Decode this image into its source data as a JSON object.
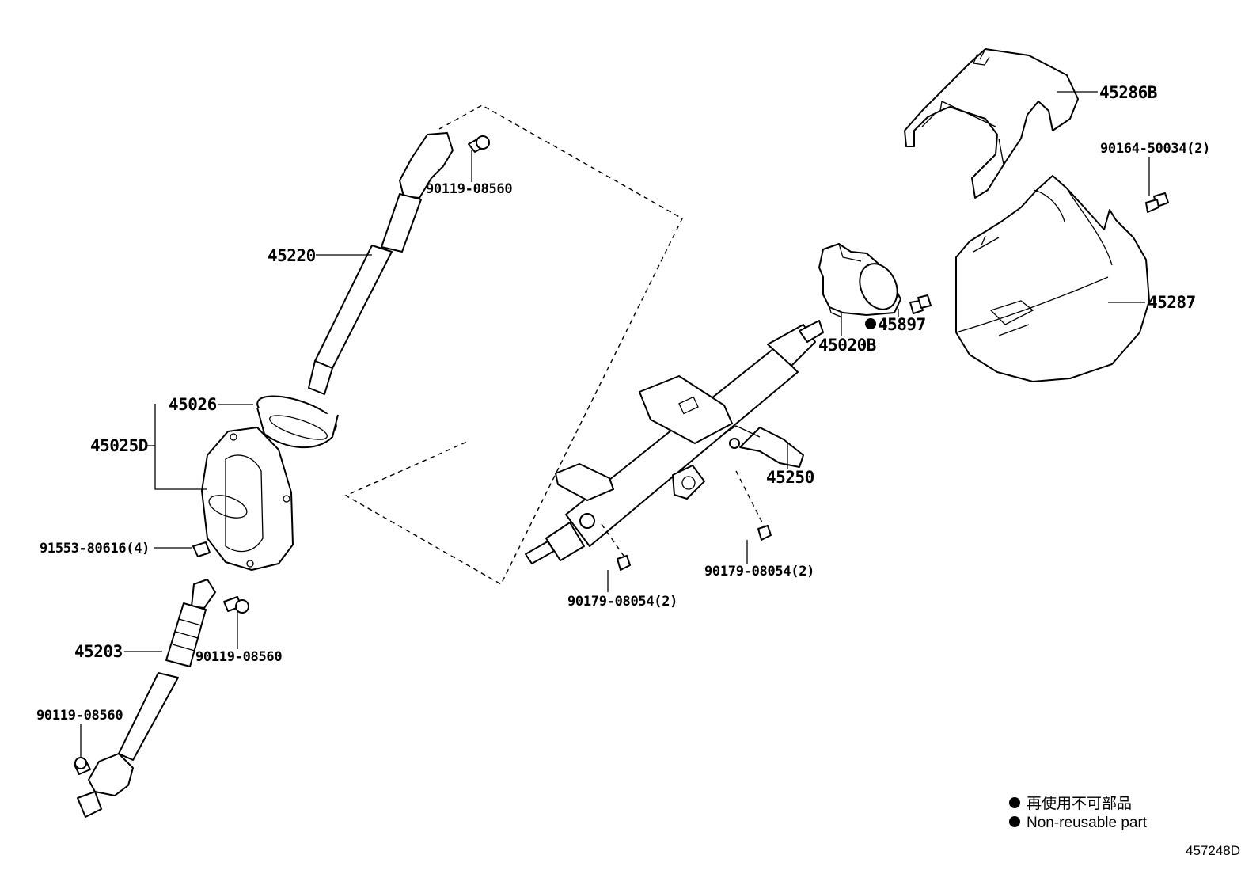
{
  "parts": {
    "p45286B": "45286B",
    "p90164_50034": "90164-50034(2)",
    "p45287": "45287",
    "p45897": "45897",
    "p45020B": "45020B",
    "p45220": "45220",
    "p90119_08560_top": "90119-08560",
    "p45026": "45026",
    "p45025D": "45025D",
    "p91553_80616": "91553-80616(4)",
    "p45250": "45250",
    "p90179_08054_right": "90179-08054(2)",
    "p90179_08054_left": "90179-08054(2)",
    "p45203": "45203",
    "p90119_08560_mid": "90119-08560",
    "p90119_08560_bottom": "90119-08560"
  },
  "legend": {
    "line1": "再使用不可部品",
    "line2": "Non-reusable part"
  },
  "figure_id": "457248D",
  "colors": {
    "ink": "#000000",
    "background": "#ffffff"
  }
}
